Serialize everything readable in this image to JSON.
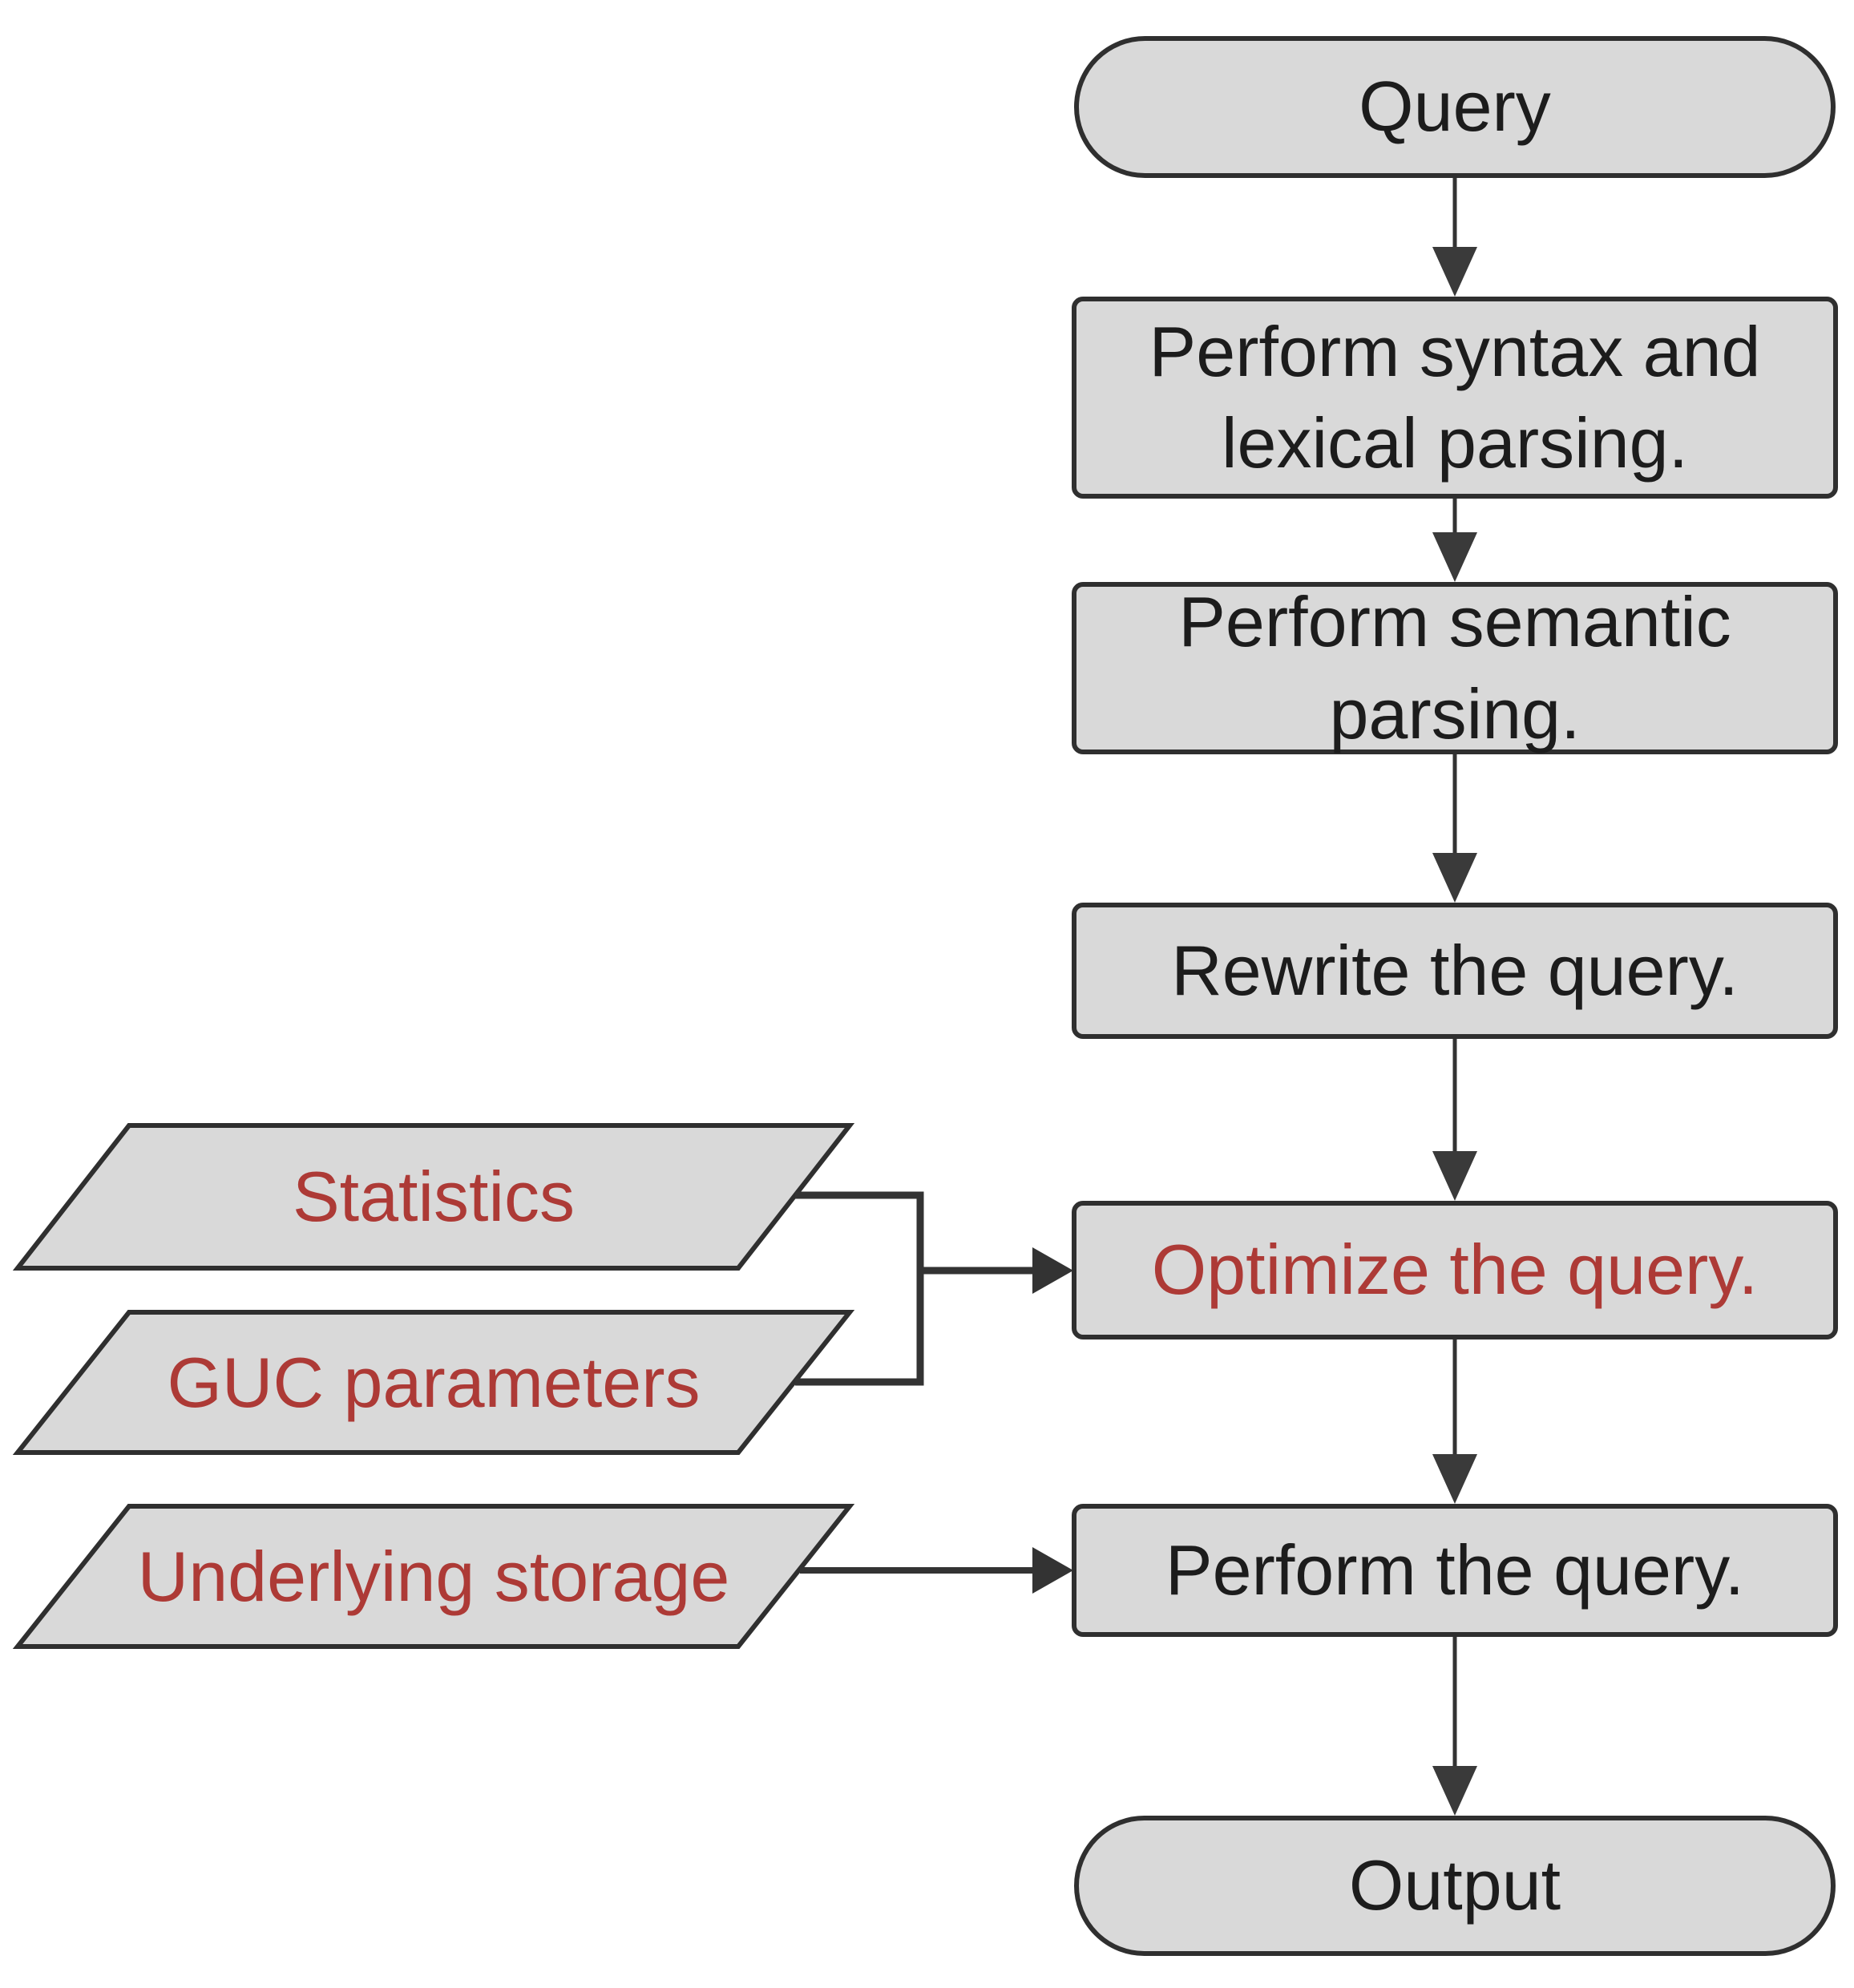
{
  "diagram": {
    "type": "flowchart",
    "flow_nodes": [
      {
        "id": "query",
        "shape": "stadium",
        "label": "Query",
        "text_color": "black"
      },
      {
        "id": "syntax-parsing",
        "shape": "rectangle",
        "label": "Perform syntax and lexical parsing.",
        "text_color": "black"
      },
      {
        "id": "semantic-parsing",
        "shape": "rectangle",
        "label": "Perform semantic parsing.",
        "text_color": "black"
      },
      {
        "id": "rewrite-query",
        "shape": "rectangle",
        "label": "Rewrite the query.",
        "text_color": "black"
      },
      {
        "id": "optimize-query",
        "shape": "rectangle",
        "label": "Optimize the query.",
        "text_color": "red"
      },
      {
        "id": "perform-query",
        "shape": "rectangle",
        "label": "Perform the query.",
        "text_color": "black"
      },
      {
        "id": "output",
        "shape": "stadium",
        "label": "Output",
        "text_color": "black"
      }
    ],
    "input_nodes": [
      {
        "id": "statistics",
        "shape": "parallelogram",
        "label": "Statistics",
        "text_color": "red"
      },
      {
        "id": "guc-parameters",
        "shape": "parallelogram",
        "label": "GUC parameters",
        "text_color": "red"
      },
      {
        "id": "underlying-storage",
        "shape": "parallelogram",
        "label": "Underlying storage",
        "text_color": "red"
      }
    ],
    "edges": [
      {
        "from": "query",
        "to": "syntax-parsing"
      },
      {
        "from": "syntax-parsing",
        "to": "semantic-parsing"
      },
      {
        "from": "semantic-parsing",
        "to": "rewrite-query"
      },
      {
        "from": "rewrite-query",
        "to": "optimize-query"
      },
      {
        "from": "optimize-query",
        "to": "perform-query"
      },
      {
        "from": "perform-query",
        "to": "output"
      },
      {
        "from": "statistics",
        "to": "optimize-query"
      },
      {
        "from": "guc-parameters",
        "to": "optimize-query"
      },
      {
        "from": "underlying-storage",
        "to": "perform-query"
      }
    ],
    "colors": {
      "node_fill": "#d9d9d9",
      "node_border": "#2f2f2f",
      "text_black": "#1c1c1c",
      "text_red": "#ad3a36",
      "connector": "#333333",
      "background": "#ffffff"
    }
  }
}
